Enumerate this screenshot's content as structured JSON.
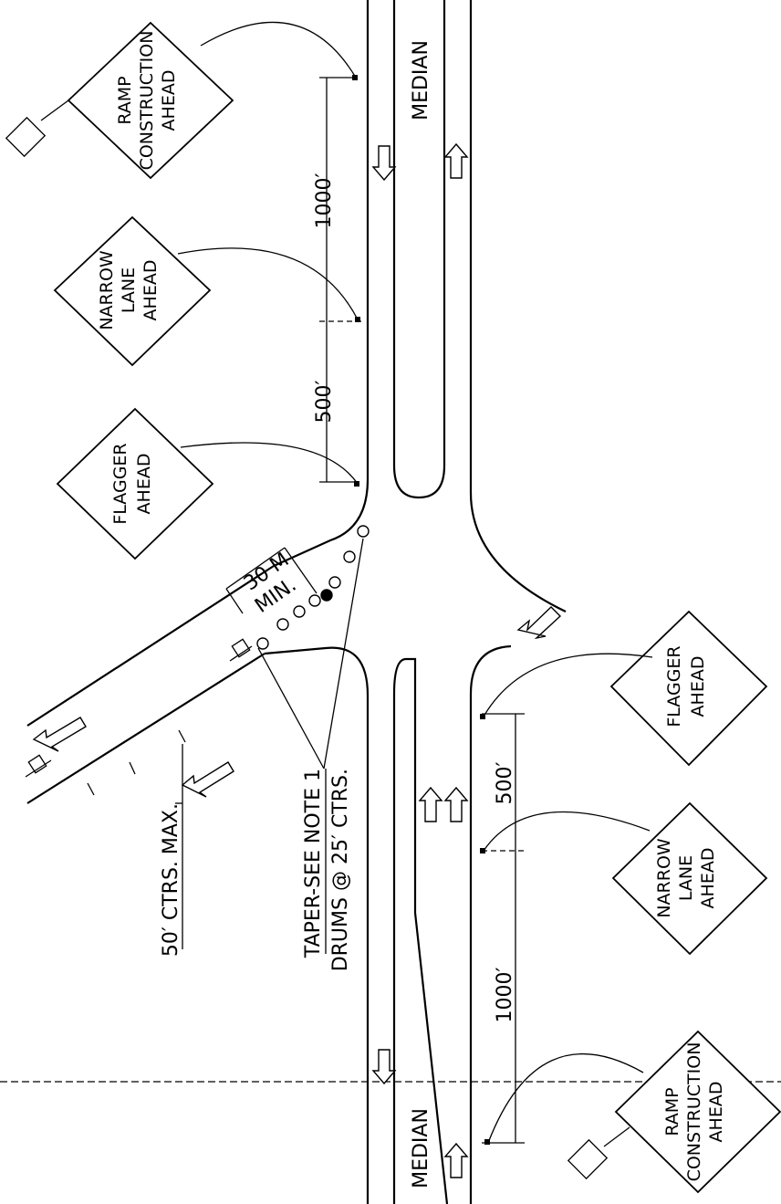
{
  "signs": {
    "top_ramp": {
      "line1": "RAMP",
      "line2": "CONSTRUCTION",
      "line3": "AHEAD"
    },
    "top_narrow": {
      "line1": "NARROW",
      "line2": "LANE",
      "line3": "AHEAD"
    },
    "top_flagger": {
      "line1": "FLAGGER",
      "line2": "AHEAD"
    },
    "bottom_flagger": {
      "line1": "FLAGGER",
      "line2": "AHEAD"
    },
    "bottom_narrow": {
      "line1": "NARROW",
      "line2": "LANE",
      "line3": "AHEAD"
    },
    "bottom_ramp": {
      "line1": "RAMP",
      "line2": "CONSTRUCTION",
      "line3": "AHEAD"
    }
  },
  "dimensions": {
    "top_1000": "1000′",
    "top_500": "500′",
    "bottom_500": "500′",
    "bottom_1000": "1000′"
  },
  "labels": {
    "median_top": "MEDIAN",
    "median_bottom": "MEDIAN",
    "taper_note": "TAPER-SEE NOTE 1",
    "drums": "DRUMS @ 25′ CTRS.",
    "ctrs_max": "50′ CTRS. MAX.",
    "min_top": "30 M",
    "min_bottom": "MIN."
  }
}
